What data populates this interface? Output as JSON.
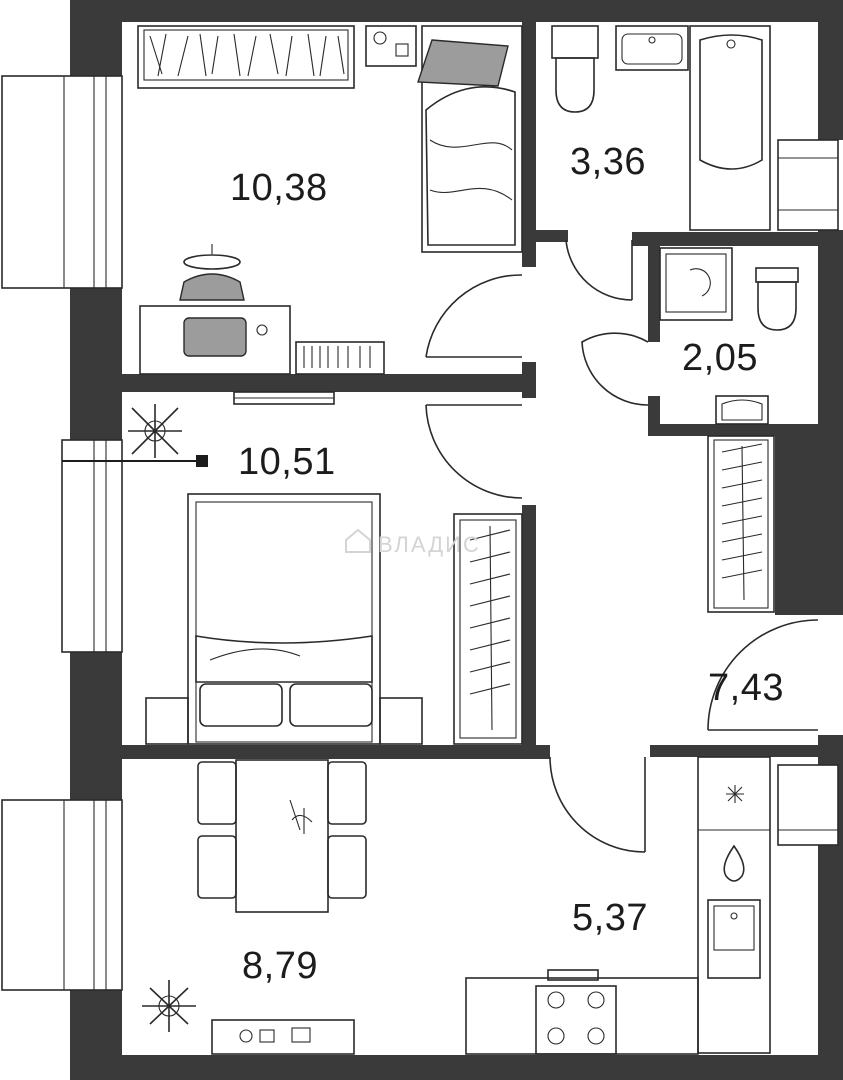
{
  "rooms": [
    {
      "id": "bedroom-top",
      "area": "10,38"
    },
    {
      "id": "bathroom",
      "area": "3,36"
    },
    {
      "id": "toilet",
      "area": "2,05"
    },
    {
      "id": "bedroom",
      "area": "10,51"
    },
    {
      "id": "hallway",
      "area": "7,43"
    },
    {
      "id": "kitchen",
      "area": "5,37"
    },
    {
      "id": "living",
      "area": "8,79"
    }
  ],
  "watermark": {
    "text": "ВЛАДИС"
  },
  "colors": {
    "wall": "#3a3a3a",
    "line": "#2a2a2a",
    "furniture_fill": "#9c9c9c",
    "background": "#ffffff"
  }
}
